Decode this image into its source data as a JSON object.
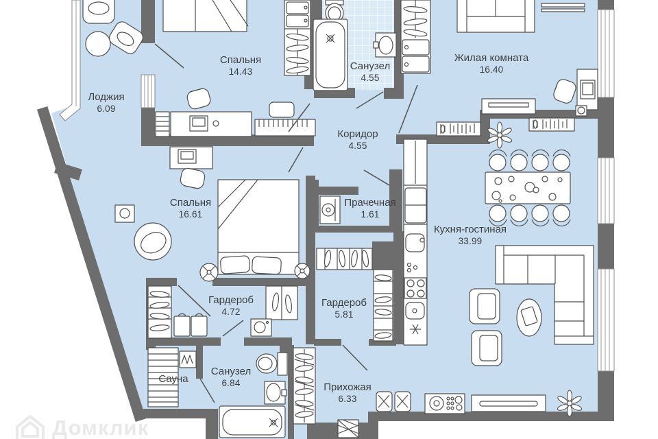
{
  "plan": {
    "rooms": [
      {
        "name": "Лоджия",
        "area": "6.09"
      },
      {
        "name": "Спальня",
        "area": "14.43"
      },
      {
        "name": "Санузел",
        "area": "4.55"
      },
      {
        "name": "Жилая комната",
        "area": "16.40"
      },
      {
        "name": "Коридор",
        "area": "4.55"
      },
      {
        "name": "Спальня",
        "area": "16.61"
      },
      {
        "name": "Прачечная",
        "area": "1.61"
      },
      {
        "name": "Кухня-гостиная",
        "area": "33.99"
      },
      {
        "name": "Гардероб",
        "area": "4.72"
      },
      {
        "name": "Гардероб",
        "area": "5.81"
      },
      {
        "name": "Сауна",
        "area": ""
      },
      {
        "name": "Санузел",
        "area": "6.84"
      },
      {
        "name": "Прихожая",
        "area": "6.33"
      }
    ],
    "watermark": "Домклик",
    "colors": {
      "floor": "#c8def0",
      "tile": "#daeaf6",
      "wall": "#6d6d6d",
      "label": "#3e3e3e"
    }
  }
}
